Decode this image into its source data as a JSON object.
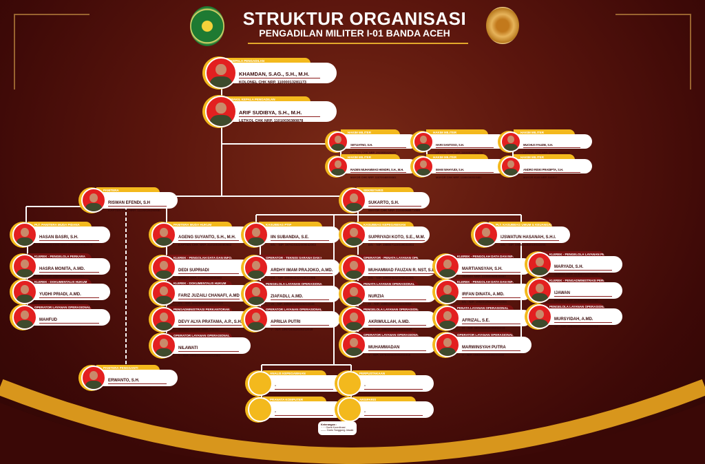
{
  "header": {
    "title": "STRUKTUR ORGANISASI",
    "subtitle": "PENGADILAN MILITER I-01 BANDA ACEH"
  },
  "colors": {
    "background": "#5a150d",
    "accent": "#f3b91d",
    "photo": "#e32020",
    "staff_tab": "#7b1212"
  },
  "cards": [
    {
      "role": "KEPALA PENGADILAN",
      "name": "KHAMDAN, S.AG., S.H., M.H.",
      "nrp": "KOLONEL CHK NRP. 11000013281173"
    },
    {
      "role": "WAKIL KEPALA PENGADILAN",
      "name": "ARIF SUDIBYA, S.H., M.H.",
      "nrp": "LETKOL CHK NRP. 11010036380878"
    },
    {
      "role": "HAKIM MILITER",
      "name": "SETIJATNO, S.H.",
      "nrp": "LETKOL CHK NRP. 2920050420470"
    },
    {
      "role": "HAKIM MILITER",
      "name": "HARI SANTOSO, S.H.",
      "nrp": "LETKOL CHK NRP. 11030017701078"
    },
    {
      "role": "HAKIM MILITER",
      "name": "MUCHUS FAUZIE, S.H.",
      "nrp": "LETKOL CHK NRP. 11040012820982"
    },
    {
      "role": "HAKIM MILITER",
      "name": "RADEN MUHAMMAD HENDRI, S.H., M.H.",
      "nrp": "MAYOR CHK NRP. 11070046090381"
    },
    {
      "role": "HAKIM MILITER",
      "name": "IMAM WAHYUDI, S.H.",
      "nrp": "MAYOR CHK NRP. 11080081510481"
    },
    {
      "role": "HAKIM MILITER",
      "name": "ANDRO RISKI PRADIPTA, S.H.",
      "nrp": "MAYOR KUM NRP. 541517"
    },
    {
      "role": "PANITERA",
      "name": "RISWAN EFENDI, S.H",
      "nrp": "KAPTEN CHK NRP. 11130026290880"
    },
    {
      "role": "SEKRETARIS",
      "name": "SUKARTO, S.H.",
      "nrp": "MAYOR CHK NRP. 21000068871088"
    },
    {
      "role": "PLT. PANITERA MUDA PIDANA",
      "name": "HASAN BASRI, S.H.",
      "nrp": "KAPTEN CHK NRP. 21010222060879"
    },
    {
      "role": "PANITERA MUDA HUKUM",
      "name": "AGENG SUYANTO, S.H., M.H.",
      "nrp": "KAPTEN CHK NRP. 21010030080982"
    },
    {
      "role": "KASUBBAG PTIP",
      "name": "IIN SUBANDIA, S.E.",
      "nrp": "III/c - NIP. 197610322009042002"
    },
    {
      "role": "KASUBBAG KEPEGAWAIAN",
      "name": "SUPRIYADI KOTO, S.E., M.M.",
      "nrp": "III/c - NIP. 198907122019031004"
    },
    {
      "role": "PLT. KASUBBAG UMUM & KEUANGAN",
      "name": "IJSWATUN HASANAH, S.H.I.",
      "nrp": "III/c - NIP. 198611192019032006"
    },
    {
      "role": "KLEREK - PENGELOLA PERKARA",
      "name": "HASRA MONITA, A.MD.",
      "nrp": "II/b - NIP. 198710262010122017"
    },
    {
      "role": "KLEREK - DOKUMENTALIS HUKUM",
      "name": "YUDHI PRIADI, A.MD.",
      "nrp": "II/c - NIP. 199305102025061007"
    },
    {
      "role": "OPERATOR LAYANAN OPERASIONAL",
      "name": "MAHFUD",
      "nrp": "V - NIP. 197308202025211016"
    },
    {
      "role": "KLEREK - PENGOLAH DATA DAN INFORMASI",
      "name": "DEDI SUPRIADI",
      "nrp": "SERKA NRP. 21100526600580"
    },
    {
      "role": "KLEREK - DOKUMENTALIS HUKUM",
      "name": "FARIZ JUZAILI CHANAFI, A.MD",
      "nrp": "II/c - NIP. 200005302025061013"
    },
    {
      "role": "PENGADMINISTRASI PERKANTORAN",
      "name": "DEVY ALYA PRATAMA, A.P., S.H.",
      "nrp": "SERDA Hum/W NRP. 135747"
    },
    {
      "role": "OPERATOR LAYANAN OPERASIONAL",
      "name": "NILAWATI",
      "nrp": "V - NIP. 198911152025212063"
    },
    {
      "role": "OPERATOR - TEKNISI SARANA DAN PRASARANA",
      "name": "ARDHY IMAM PRAJOKO, A.MD.",
      "nrp": "II/d - NIP. 199904202019031008"
    },
    {
      "role": "PENGELOLA LAYANAN OPERASIONAL",
      "name": "ZIAFADLI, A.MD.",
      "nrp": "VII - NIP. 199007282025211045"
    },
    {
      "role": "OPERATOR LAYANAN OPERASIONAL",
      "name": "APRILIA PUTRI",
      "nrp": "V - NIP. 199704042025212048"
    },
    {
      "role": "OPERATOR - PENATA LAYANAN OPERASIONAL",
      "name": "MUHAMMAD FAUZAN R. NST, S.E.",
      "nrp": "III/c - NIP. 199603232020041001"
    },
    {
      "role": "PENATA LAYANAN OPERASIONAL",
      "name": "NURZIA",
      "nrp": "IX - NIP. 198811202025212063"
    },
    {
      "role": "PENGELOLA LAYANAN OPERASIONAL",
      "name": "AKRIMULLAH, A.MD.",
      "nrp": "VII - NIP. 199021132025211049"
    },
    {
      "role": "OPERATOR LAYANAN OPERASIONAL",
      "name": "MUHAMMADAN",
      "nrp": "V - NIP. 197610042025211016"
    },
    {
      "role": "KLEREK - PENGOLAH DATA DAN INFORMASI",
      "name": "MARTIANSYAH, S.H.",
      "nrp": "SERMA NRP. 21080058830497"
    },
    {
      "role": "KLEREK - PENGOLAH DATA DAN INFORMASI",
      "name": "IRFAN DINATA, A.MD.",
      "nrp": "II/c - NIP. 198201262020031004"
    },
    {
      "role": "PENATA LAYANAN OPERASIONAL",
      "name": "AFRIZAL, S.E.",
      "nrp": "IX - NIP. 197204012025211018"
    },
    {
      "role": "OPERATOR LAYANAN OPERASIONAL",
      "name": "MARWINSYAH PUTRA",
      "nrp": "V - NIP. 198303122025211040"
    },
    {
      "role": "KLEREK - PENGELOLA LAYANAN PERSIDANGAN",
      "name": "MARYADI, S.H.",
      "nrp": "SERMA NRP. 21980714770875"
    },
    {
      "role": "KLEREK - PENGADMINISTRASI PERKANTORAN",
      "name": "IJAWAN",
      "nrp": "KOPKA NRP. 21000475481280"
    },
    {
      "role": "PENGELOLA LAYANAN OPERASIONAL",
      "name": "MURSYIDAH, A.MD.",
      "nrp": "VII - NIP. 198309212025212059"
    },
    {
      "role": "PANITERA PENGGANTI",
      "name": "ERWANTO, S.H.",
      "nrp": "PELDA NRP. 21050025270185"
    },
    {
      "role": "ANALIS KEPEGAWAIAN",
      "name": "-",
      "nrp": "-"
    },
    {
      "role": "PRANATA KOMPUTER",
      "name": "-",
      "nrp": "-"
    },
    {
      "role": "PERPUSTAKAAN",
      "name": "-",
      "nrp": "-"
    },
    {
      "role": "ARSIPARIS",
      "name": "-",
      "nrp": "-"
    }
  ],
  "legend": {
    "title": "Keterangan :",
    "coordination": "Garis Koordinasi",
    "responsibility": "Garis Tanggung Jawab"
  }
}
